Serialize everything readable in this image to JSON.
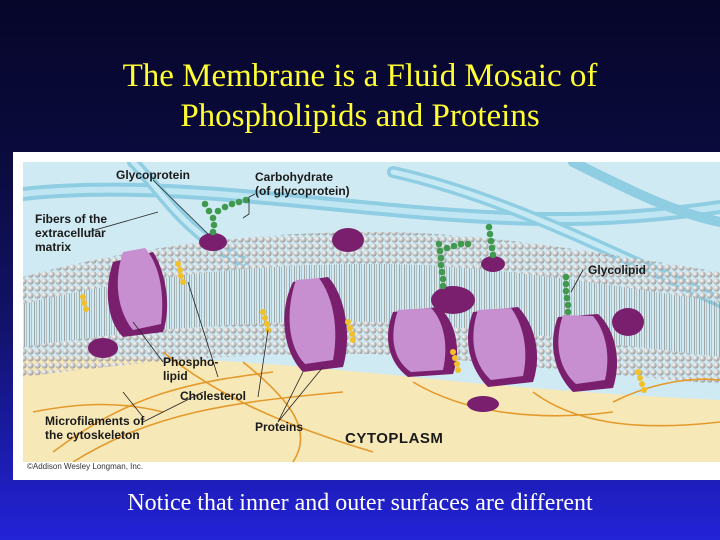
{
  "slide": {
    "title_line1": "The Membrane is a Fluid Mosaic of",
    "title_line2": "Phospholipids and Proteins",
    "caption": "Notice that inner and outer surfaces are different"
  },
  "figure": {
    "labels": {
      "glycoprotein": "Glycoprotein",
      "carbohydrate_line1": "Carbohydrate",
      "carbohydrate_line2": "(of glycoprotein)",
      "fibers_line1": "Fibers of the",
      "fibers_line2": "extracellular",
      "fibers_line3": "matrix",
      "glycolipid": "Glycolipid",
      "phospholipid_line1": "Phospho-",
      "phospholipid_line2": "lipid",
      "cholesterol": "Cholesterol",
      "microfilaments_line1": "Microfilaments of",
      "microfilaments_line2": "the cytoskeleton",
      "proteins": "Proteins",
      "cytoplasm": "CYTOPLASM"
    },
    "credit": "©Addison Wesley Longman, Inc.",
    "colors": {
      "extracellular": "#cfeaf3",
      "cytoplasm": "#f7e8b8",
      "protein": "#c78fcf",
      "protein_dark": "#7a1f6e",
      "lipid_head": "#d8d8d8",
      "carbohydrate": "#3f9a4f",
      "cholesterol": "#f2c12a",
      "fiber": "#9fd6e8",
      "microfilament": "#e49a2b"
    }
  }
}
